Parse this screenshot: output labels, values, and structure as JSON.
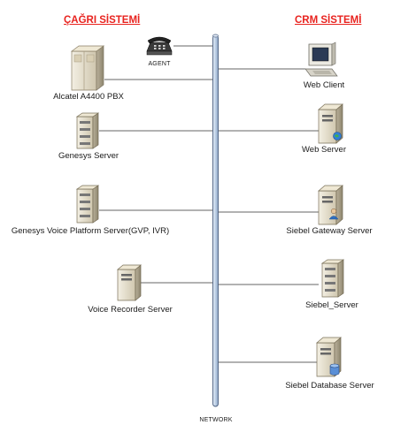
{
  "titles": {
    "left": "ÇAĞRI SİSTEMİ",
    "right": "CRM SİSTEMİ"
  },
  "left_nodes": {
    "agent": "AGENT",
    "pbx": "Alcatel A4400 PBX",
    "genesys": "Genesys Server",
    "gvp": "Genesys Voice Platform Server(GVP, IVR)",
    "recorder": "Voice Recorder Server"
  },
  "right_nodes": {
    "web_client": "Web Client",
    "web_server": "Web Server",
    "gateway": "Siebel Gateway Server",
    "siebel_server": "Siebel_Server",
    "database": "Siebel Database Server"
  },
  "network_label": "NETWORK",
  "colors": {
    "title": "#e8231f",
    "bus_fill": "#c9d8ea",
    "bus_stroke": "#4a5f80",
    "line": "#333333"
  }
}
